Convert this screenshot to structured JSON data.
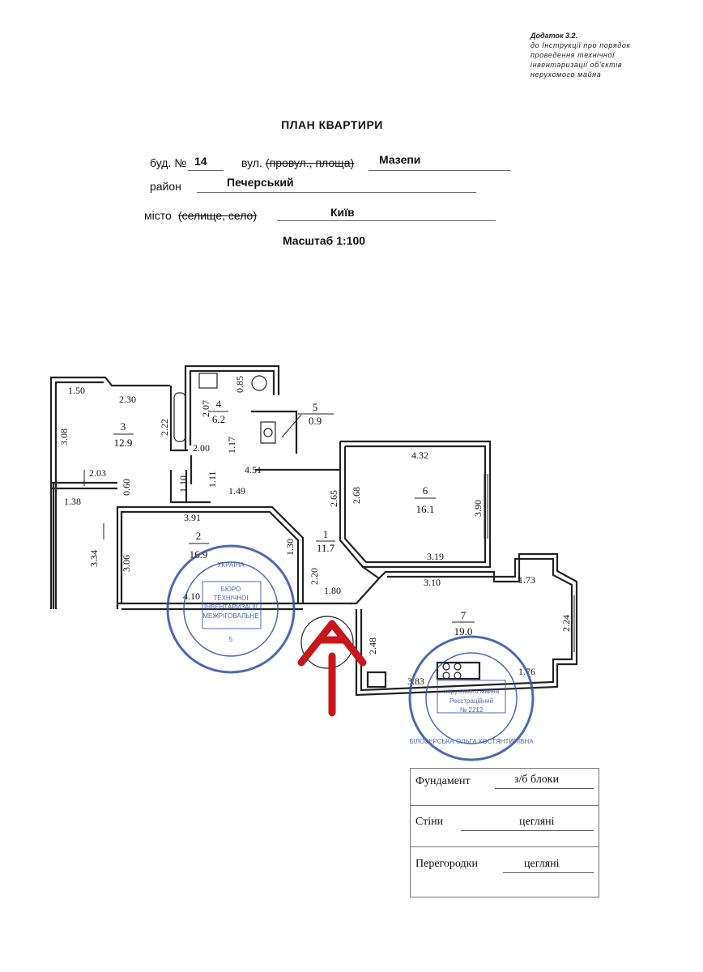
{
  "annex": {
    "line1": "Додаток 3.2.",
    "line2": "до Інструкції про порядок",
    "line3": "проведення технічної",
    "line4": "інвентаризації об'єктів",
    "line5": "нерухомого майна"
  },
  "title": "ПЛАН КВАРТИРИ",
  "address": {
    "building_label": "буд. №",
    "building_value": "14",
    "street_label": "вул.",
    "street_struck": "(провул., площа)",
    "street_value": "Мазепи",
    "district_label": "район",
    "district_value": "Печерський",
    "city_label": "місто",
    "city_struck": "(селище, село)",
    "city_value": "Київ"
  },
  "scale": "Масштаб 1:100",
  "rooms": [
    {
      "number": "1",
      "area": "11.7"
    },
    {
      "number": "2",
      "area": "16.9"
    },
    {
      "number": "3",
      "area": "12.9"
    },
    {
      "number": "4",
      "area": "6.2"
    },
    {
      "number": "5",
      "area": "0.9"
    },
    {
      "number": "6",
      "area": "16.1"
    },
    {
      "number": "7",
      "area": "19.0"
    }
  ],
  "dimensions": [
    "1.50",
    "2.30",
    "3.08",
    "2.22",
    "2.07",
    "0.85",
    "1.17",
    "2.00",
    "4.51",
    "1.11",
    "1.10",
    "1.49",
    "0.60",
    "2.03",
    "1.38",
    "3.91",
    "3.34",
    "3.06",
    "1.30",
    "2.20",
    "1.80",
    "4.10",
    "2.65",
    "2.68",
    "4.32",
    "3.90",
    "3.19",
    "3.10",
    "1.73",
    "2.24",
    "2.48",
    "3.83",
    "1.76"
  ],
  "stamp1": {
    "top": "УКРАЇНА",
    "line1": "БЮРО",
    "line2": "ТЕХНІЧНОЇ",
    "line3": "ІНВЕНТАРИЗАЦІЇ",
    "line4": "МЕЖРІГОВАЛЬНЕ",
    "num": "5"
  },
  "stamp2": {
    "line1": "нерухомого майна",
    "line2": "Реєстраційний",
    "line3": "№ 2212",
    "ring": "БІЛОЗЕРСЬКА ОЛЬГА КОСТЯНТИНІВНА"
  },
  "materials": {
    "foundation_label": "Фундамент",
    "foundation_value": "з/б блоки",
    "walls_label": "Стіни",
    "walls_value": "цегляні",
    "partitions_label": "Перегородки",
    "partitions_value": "цегляні"
  },
  "colors": {
    "stamp_blue": "#2f4fa8",
    "arrow_red": "#c8161d"
  }
}
